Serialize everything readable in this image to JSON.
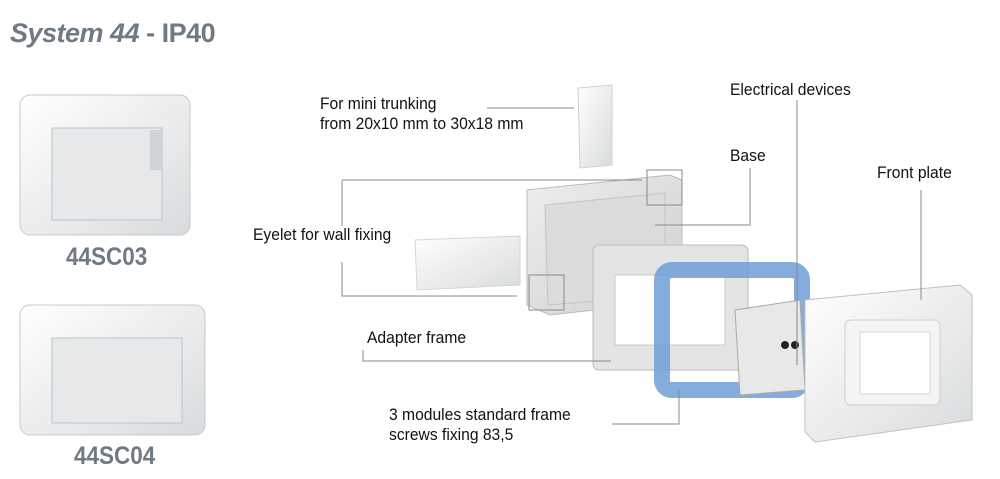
{
  "title": {
    "series": "System 44",
    "rating": "- IP40"
  },
  "products": [
    {
      "code": "44SC03"
    },
    {
      "code": "44SC04"
    }
  ],
  "callouts": {
    "trunking_line1": "For mini trunking",
    "trunking_line2": "from 20x10 mm to 30x18 mm",
    "eyelet": "Eyelet for wall fixing",
    "adapter": "Adapter frame",
    "frame_line1": "3 modules standard frame",
    "frame_line2": "screws fixing 83,5",
    "devices": "Electrical devices",
    "base": "Base",
    "front_plate": "Front plate"
  },
  "colors": {
    "title": "#6f7a84",
    "frame_blue": "#6f9fd8",
    "leader": "#888888"
  }
}
